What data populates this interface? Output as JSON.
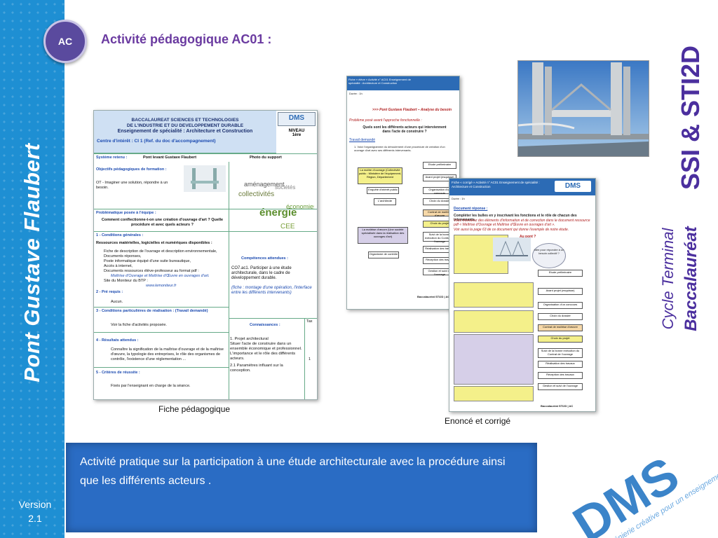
{
  "badge": {
    "label": "AC"
  },
  "page_title": "Activité pédagogique  AC01 :",
  "sidebar": {
    "title": "Pont Gustave Flaubert",
    "version_line1": "Version",
    "version_line2": "2.1"
  },
  "right_titles": {
    "main": "SSI & STI2D",
    "cycle": "Cycle Terminal",
    "bac": "Baccalauréat"
  },
  "captions": {
    "fiche": "Fiche pédagogique",
    "enonce": "Enoncé et corrigé"
  },
  "info_text": "Activité pratique sur la participation à une étude architecturale avec la procédure ainsi que  les différents acteurs .",
  "fiche": {
    "head_line1": "BACCALAUREAT SCIENCES ET TECHNOLOGIES",
    "head_line2": "DE L'INDUSTRIE ET DU DEVELOPPEMENT DURABLE",
    "head_line3": "Enseignement de spécialité : Architecture et Construction",
    "logo": "DMS",
    "centre": "Centre d'intérêt :  CI 1 (Ref. du doc d'accompagnement)",
    "niveau": "NIVEAU",
    "niveau_val": "1ère",
    "systeme_label": "Système retenu :",
    "systeme_val": "Pont levant Gustave Flaubert",
    "photo_label": "Photo du support",
    "objectifs": "Objectifs pédagogiques de formation :",
    "ot": "OT - Imaginer une solution, répondre à un besoin.",
    "problematique": "Problématique posée à l'équipe :",
    "question": "Comment conflectionne-t-on une création d'ouvrage d'art ? Quelle procédure et avec quels acteurs ?",
    "cond_gen": "1 - Conditions générales :",
    "ressources": "Ressources matérielles, logicielles et numériques disponibles :",
    "res_items": [
      "Fiche de description de l'ouvrage et description environnementale,",
      "Documents réponses,",
      "Poste informatique équipé d'une suite bureautique,",
      "Accès à internet,",
      "Documents ressources élève-professeur au format pdf :",
      "Site du Moniteur du BTP :"
    ],
    "res_italic": "Maîtrise d'Ouvrage et Maîtrise d'Œuvre en ouvrages d'art.",
    "res_url": "www.lemoniteur.fr",
    "competences": "Compétences attendues :",
    "comp_text": "CO7.ac1. Participer à une étude architecturale, dans le cadre de développement durable.",
    "comp_italic": "(fiche : montage d'une opération, l'interface entre les différents intervenants)",
    "prerequis": "2 - Pré requis :",
    "aucun": "Aucun.",
    "cond_part": "3 - Conditions particulières de réalisation : (Travail demandé)",
    "voir": "Voir la fiche d'activités proposée.",
    "connaissances": "Connaissances :",
    "tax": "Tax",
    "conn_items": [
      "1. Projet architectural",
      "Situer l'acte de construire dans un ensemble économique et professionnel. L'importance et le rôle des différents acteurs.",
      "2.1 Paramètres influant sur la conception."
    ],
    "tax_val": "1",
    "resultats": "4 - Résultats attendus :",
    "res_att": "Connaître la signification de la maîtrise d'ouvrage et de la maîtrise d'œuvre, la typologie des entreprises, le rôle des organismes de contrôle, l'existence d'une réglementation ...",
    "criteres": "5 - Critères de réussite :",
    "crit_text": "Fixés par l'enseignant en charge de la séance."
  },
  "enonce": {
    "header": "Fiche « élève » Activité n° AC01 Enseignement de spécialité : Architecture et Construction",
    "duree": "Durée : 1h",
    "subtitle": ">>> Pont Gustave Flaubert – Analyse du besoin",
    "probleme": "Problème posé avant l'approche fonctionnelle :",
    "question": "Quels sont les différents acteurs qui interviennent dans l'acte de construire ?",
    "travail": "Travail demandé",
    "step": "1.  Voici l'organigramme du déroulement d'une procédure de création d'un ouvrage d'art avec ses différents intervenants.",
    "boxes": [
      "La maître d'ouvrage (Collectivité public : Ministère de l'équipement, Région, Département",
      "Enquête d'intérêt public",
      "L'architecte",
      "La maîtrise d'œuvre (Une société spécialisée dans la réalisation des ouvrages d'art)",
      "Organisme de contrôle",
      "Etude préliminaire",
      "Avant projet (esquisse)",
      "Organisation d'un concours",
      "Choix du dossier",
      "Contrat de maîtrise d'œuvre",
      "Choix du projet",
      "Suivi de la bonne exécution du Contrat de l'ouvrage",
      "Réalisation des travaux",
      "Réception des travaux",
      "Gestion et suivi de l'ouvrage"
    ],
    "footer": "Baccalauréat STI2D | AC"
  },
  "corrige": {
    "header": "Fiche « corrigé » Activité n° AC01 Enseignement de spécialité : Architecture et Construction",
    "duree": "Durée : 1h",
    "doc_reponse": "Document réponse :",
    "consigne": "Compléter les bulles en y inscrivant les fonctions et le rôle de chacun des intervenants.",
    "consigne_italic": "Vous trouverez des éléments d'information et de correction dans le document ressource pdf « Maîtrise d'Ouvrage et Maîtrise d'Œuvre en ouvrages d'art ».",
    "voir": "Voir aussi la page 63 de ce document qui donne l'exemple de notre étude.",
    "au_pont": "Au pont ?",
    "bubble": "Idée pour répondre à un besoin collectif ?",
    "boxes": [
      "Etude préliminaire",
      "Avant projet (esquisse)",
      "Organisation d'un concours",
      "Choix du dossier",
      "Contrat de maîtrise d'œuvre",
      "Choix du projet",
      "Suivi de la bonne exécution du Contrat de l'ouvrage",
      "Réalisation des travaux",
      "Réception des travaux",
      "Gestion et suivi de l'ouvrage"
    ],
    "footer": "Baccalauréat STI2D | AC"
  },
  "dms": {
    "logo": "DMS",
    "tagline": "l'ingénierie créative pour un enseignement de qualité"
  },
  "colors": {
    "sidebar": "#1e8fd3",
    "title_purple": "#6a3aa0",
    "info_box": "#2a6cc4",
    "dms_blue": "#1a6fc0"
  }
}
